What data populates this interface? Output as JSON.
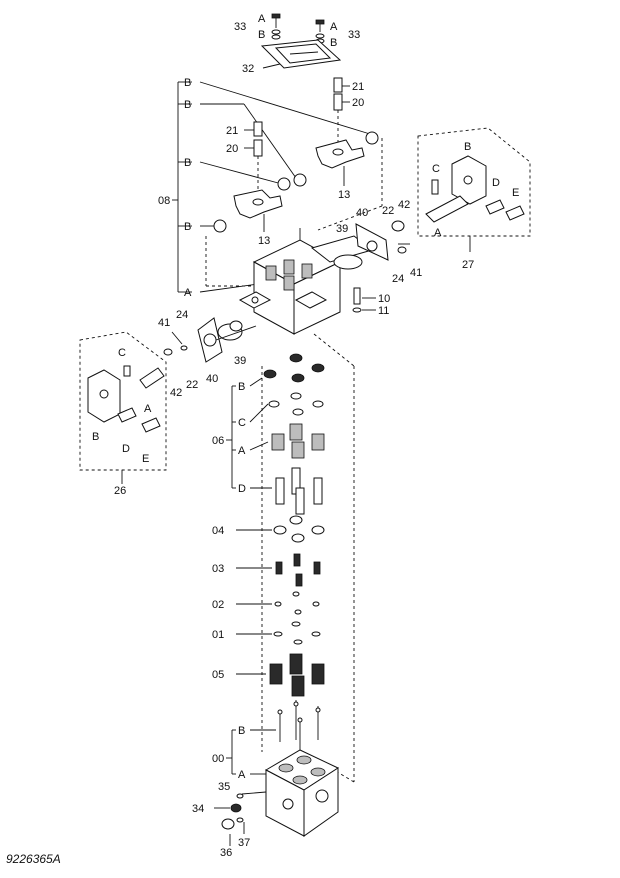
{
  "diagram": {
    "document_id": "9226365A",
    "labels": {
      "p33": "33",
      "p32": "32",
      "p21": "21",
      "p20": "20",
      "p13": "13",
      "p08": "08",
      "p40": "40",
      "p42": "42",
      "p22": "22",
      "p39": "39",
      "p24": "24",
      "p41": "41",
      "p10": "10",
      "p11": "11",
      "p27": "27",
      "p26": "26",
      "p06": "06",
      "p04": "04",
      "p03": "03",
      "p02": "02",
      "p01": "01",
      "p05": "05",
      "p00": "00",
      "p35": "35",
      "p34": "34",
      "p36": "36",
      "p37": "37",
      "A": "A",
      "B": "B",
      "C": "C",
      "D": "D",
      "E": "E"
    }
  }
}
